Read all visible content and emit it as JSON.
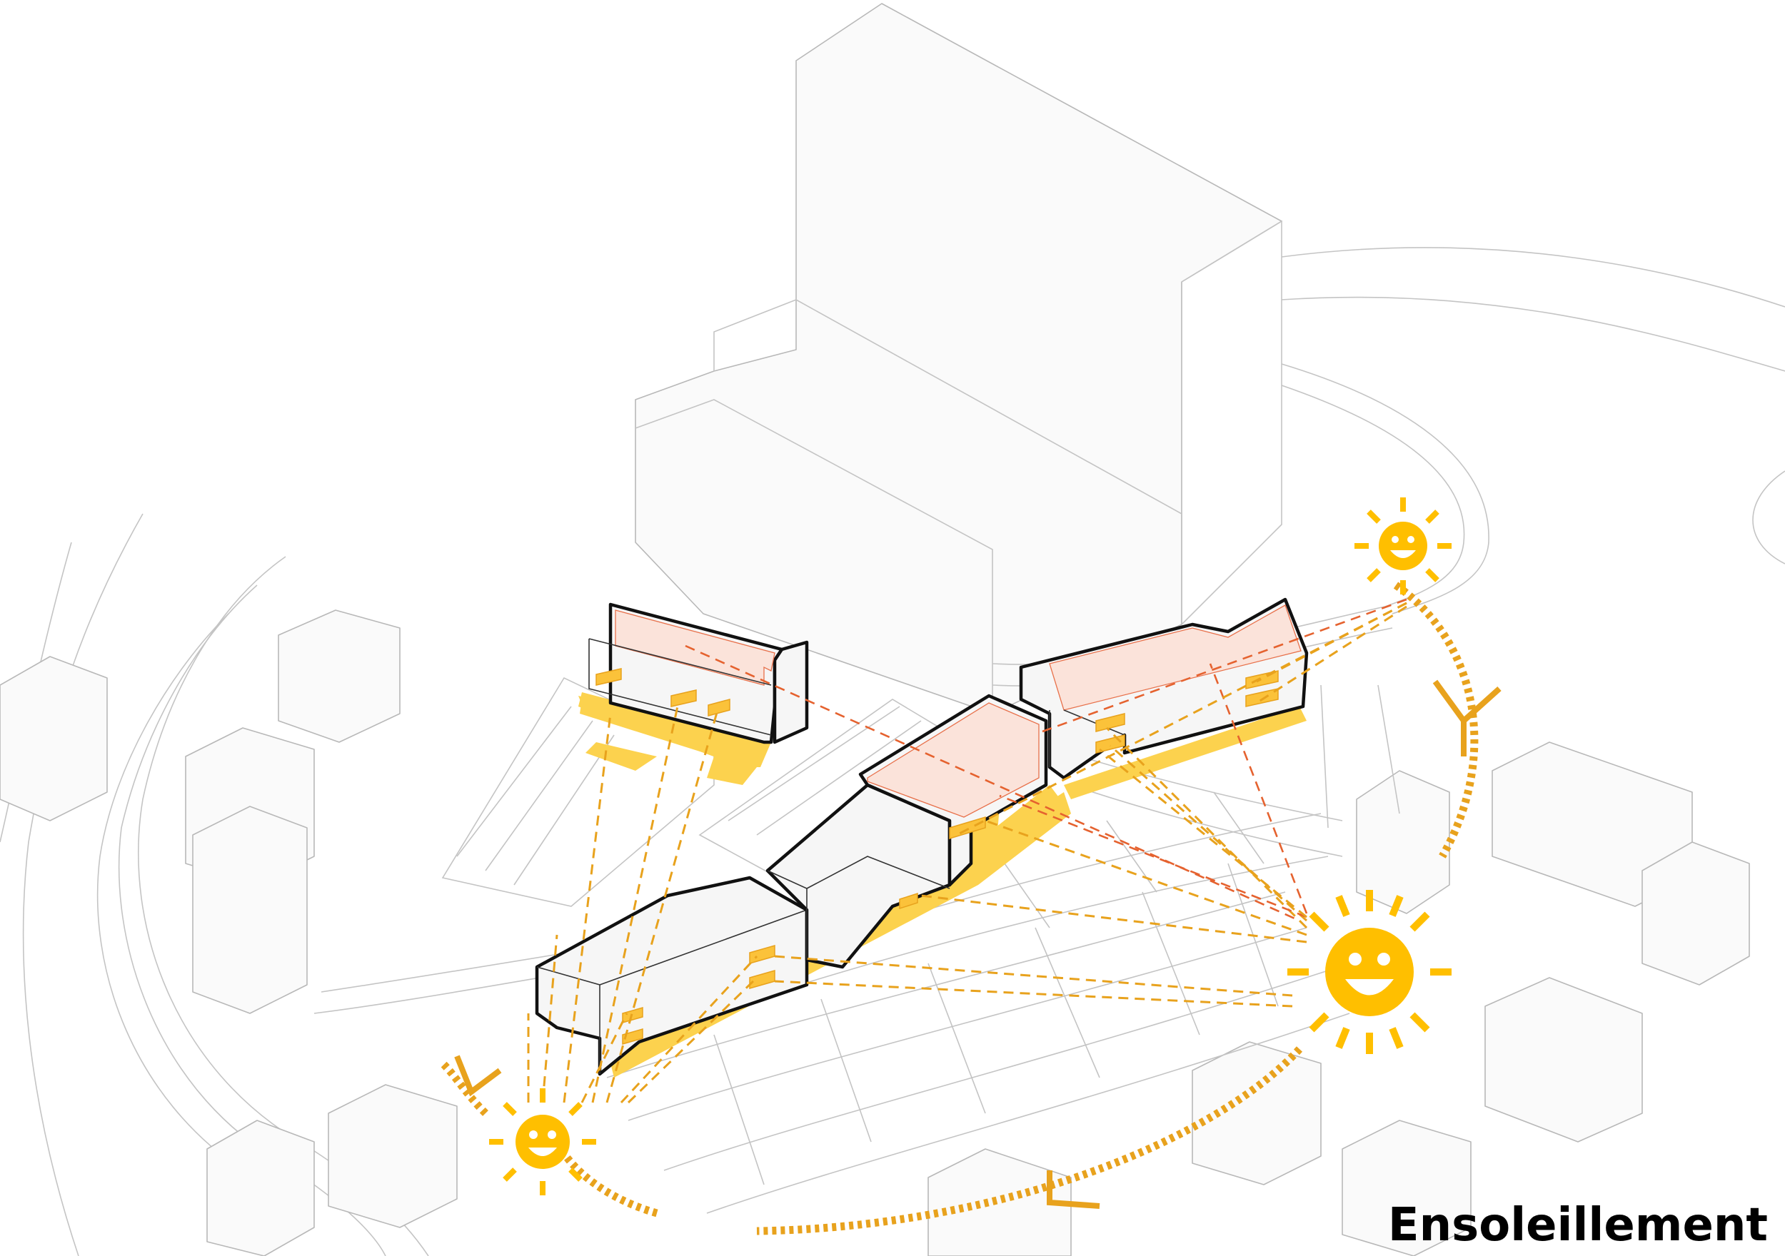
{
  "caption": "Ensoleillement",
  "colors": {
    "sun": "#FFBF00",
    "sun_path": "#E8A21D",
    "ray_orange": "#E8A21D",
    "ray_red": "#E5622F",
    "roof_panels": "#F08060",
    "ground_sunlit": "#FCD24E",
    "building_outline": "#111111",
    "context_lines": "#B8B8B8"
  },
  "icons": [
    "sun-icon-morning",
    "sun-icon-noon",
    "sun-icon-evening",
    "path-arrow-icon"
  ]
}
